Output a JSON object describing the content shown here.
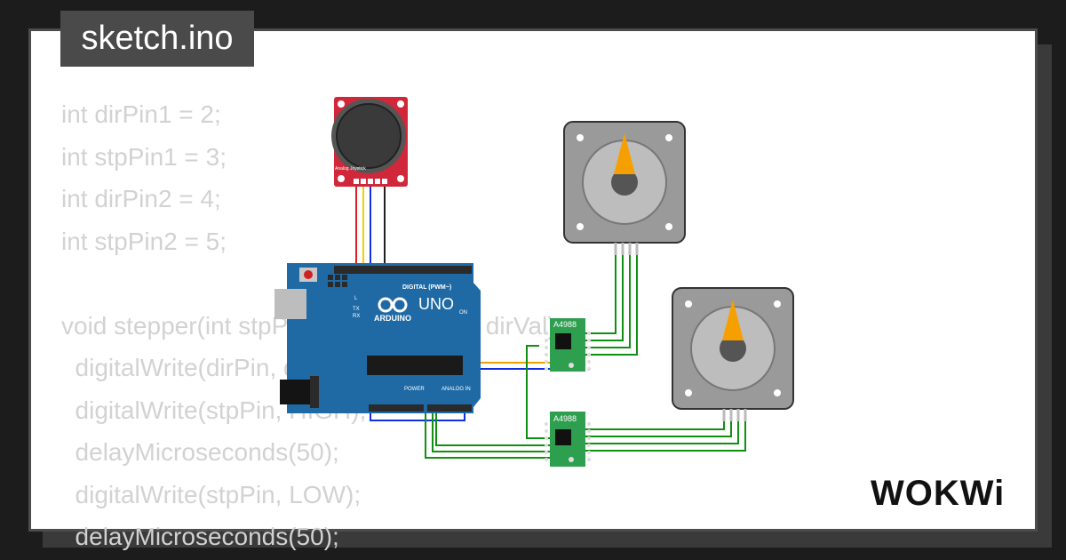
{
  "tab": {
    "filename": "sketch.ino"
  },
  "code_lines": [
    "int dirPin1 = 2;",
    "int stpPin1 = 3;",
    "int dirPin2 = 4;",
    "int stpPin2 = 5;",
    "",
    "void stepper(int stpPin, int dirPin, bool dirVal)",
    "  digitalWrite(dirPin, dirVal);",
    "  digitalWrite(stpPin, HIGH);",
    "  delayMicroseconds(50);",
    "  digitalWrite(stpPin, LOW);",
    "  delayMicroseconds(50);"
  ],
  "board": {
    "model_label": "UNO",
    "brand_label": "ARDUINO",
    "digital_label": "DIGITAL (PWM~)",
    "power_label": "POWER",
    "analog_label": "ANALOG IN",
    "on_label": "ON",
    "tx_label": "TX",
    "rx_label": "RX",
    "l_label": "L"
  },
  "joystick": {
    "label": "Analog Joystick"
  },
  "drivers": [
    {
      "label": "A4988"
    },
    {
      "label": "A4988"
    }
  ],
  "brand": {
    "logo_text": "WOKWi"
  },
  "colors": {
    "board": "#1f6aa5",
    "joystick_pcb": "#d0283a",
    "driver_pcb": "#2e9e4f",
    "motor_body": "#9a9a9a",
    "motor_pointer": "#f5a000",
    "wire_red": "#e02020",
    "wire_yellow": "#f0d000",
    "wire_blue": "#1030e0",
    "wire_black": "#202020",
    "wire_green": "#109010",
    "wire_gray": "#a0a0a0"
  }
}
